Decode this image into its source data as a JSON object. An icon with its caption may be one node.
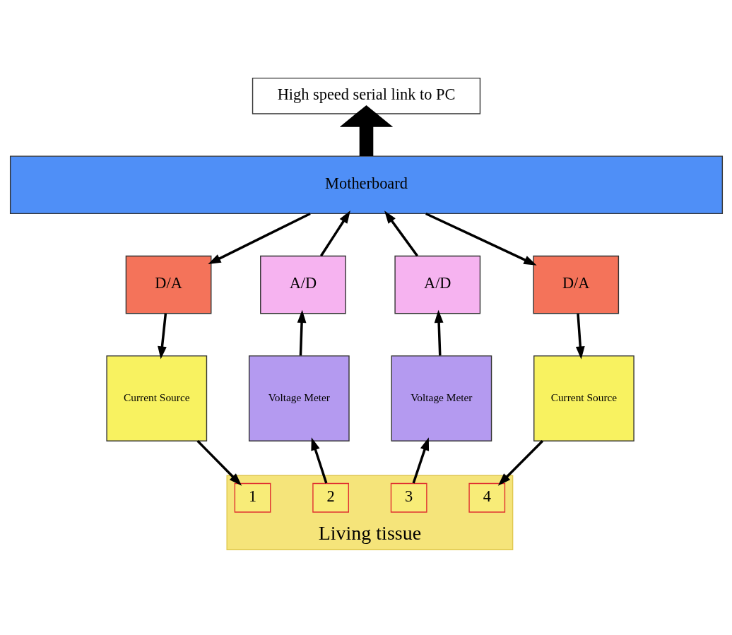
{
  "diagram": {
    "nodes": [
      {
        "text": [
          "High speed serial link to PC"
        ]
      },
      {
        "text": [
          "Motherboard"
        ]
      },
      {
        "text": [
          "D/A"
        ]
      },
      {
        "text": [
          "A/D"
        ]
      },
      {
        "text": [
          "A/D"
        ]
      },
      {
        "text": [
          "D/A"
        ]
      },
      {
        "text": [
          "Current Source"
        ]
      },
      {
        "text": [
          "Voltage Meter"
        ]
      },
      {
        "text": [
          "Voltage Meter"
        ]
      },
      {
        "text": [
          "Current Source"
        ]
      },
      {
        "text": [
          "Living tissue"
        ]
      },
      {
        "text": [
          "1"
        ],
        "in": 10
      },
      {
        "text": [
          "2"
        ],
        "in": 10
      },
      {
        "text": [
          "3"
        ],
        "in": 10
      },
      {
        "text": [
          "4"
        ],
        "in": 10
      }
    ],
    "edges": [
      {
        "from": 1,
        "to": 0,
        "arrow": "to",
        "style": "thick"
      },
      {
        "from": 1,
        "to": 2,
        "arrow": "to"
      },
      {
        "from": 3,
        "to": 1,
        "arrow": "to"
      },
      {
        "from": 4,
        "to": 1,
        "arrow": "to"
      },
      {
        "from": 1,
        "to": 5,
        "arrow": "to"
      },
      {
        "from": 2,
        "to": 6,
        "arrow": "to"
      },
      {
        "from": 7,
        "to": 3,
        "arrow": "to"
      },
      {
        "from": 8,
        "to": 4,
        "arrow": "to"
      },
      {
        "from": 5,
        "to": 9,
        "arrow": "to"
      },
      {
        "from": 6,
        "to": 11,
        "arrow": "to"
      },
      {
        "from": 12,
        "to": 7,
        "arrow": "to"
      },
      {
        "from": 13,
        "to": 8,
        "arrow": "to"
      },
      {
        "from": 9,
        "to": 14,
        "arrow": "to"
      }
    ]
  }
}
